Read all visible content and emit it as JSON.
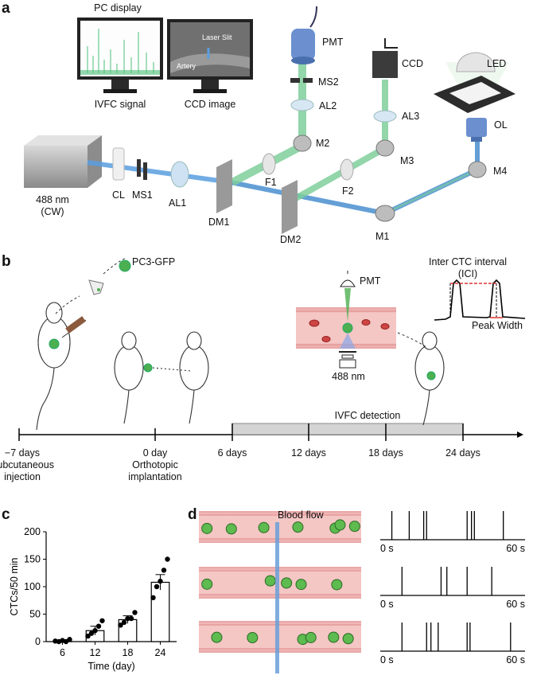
{
  "panels": {
    "a": "a",
    "b": "b",
    "c": "c",
    "d": "d"
  },
  "panel_a": {
    "pc_display": "PC display",
    "ivfc_signal": "IVFC signal",
    "ccd_image": "CCD image",
    "laser_slit": "Laser Slit",
    "artery": "Artery",
    "pmt": "PMT",
    "ms2": "MS2",
    "al2": "AL2",
    "m2": "M2",
    "f1": "F1",
    "ccd": "CCD",
    "al3": "AL3",
    "m3": "M3",
    "f2": "F2",
    "led": "LED",
    "ol": "OL",
    "m4": "M4",
    "laser_line1": "488 nm",
    "laser_line2": "(CW)",
    "cl": "CL",
    "ms1": "MS1",
    "al1": "AL1",
    "dm1": "DM1",
    "dm2": "DM2",
    "m1": "M1"
  },
  "panel_b": {
    "pc3_gfp": "PC3-GFP",
    "pmt": "PMT",
    "laser": "488 nm",
    "ici_line1": "Inter CTC interval",
    "ici_line2": "(ICI)",
    "peak_width": "Peak Width",
    "ivfc_detection": "IVFC detection",
    "timeline": [
      {
        "t": "−7 days",
        "sub1": "Subcutaneous",
        "sub2": "injection"
      },
      {
        "t": "0 day",
        "sub1": "Orthotopic",
        "sub2": "implantation"
      },
      {
        "t": "6 days",
        "sub1": "",
        "sub2": ""
      },
      {
        "t": "12 days",
        "sub1": "",
        "sub2": ""
      },
      {
        "t": "18 days",
        "sub1": "",
        "sub2": ""
      },
      {
        "t": "24 days",
        "sub1": "",
        "sub2": ""
      }
    ]
  },
  "chart_data": {
    "type": "bar",
    "categories": [
      "6",
      "12",
      "18",
      "24"
    ],
    "values": [
      2,
      20,
      40,
      108
    ],
    "errors": [
      1,
      8,
      7,
      14
    ],
    "points": [
      [
        1,
        0,
        2,
        0,
        4
      ],
      [
        10,
        15,
        20,
        28,
        38
      ],
      [
        30,
        35,
        42,
        42,
        53
      ],
      [
        80,
        100,
        110,
        130,
        150
      ]
    ],
    "xlabel": "Time (day)",
    "ylabel": "CTCs/50 min",
    "ylim": [
      0,
      200
    ],
    "yticks": [
      "0",
      "50",
      "100",
      "150",
      "200"
    ],
    "grid": false
  },
  "panel_d": {
    "blood_flow": "Blood flow",
    "t_start": "0 s",
    "t_end": "60 s",
    "vessels": [
      {
        "cells": [
          0.05,
          0.2,
          0.4,
          0.61,
          0.84,
          0.87,
          0.96
        ]
      },
      {
        "cells": [
          0.05,
          0.44,
          0.54,
          0.63,
          0.85
        ]
      },
      {
        "cells": [
          0.11,
          0.33,
          0.64,
          0.69,
          0.83,
          0.92
        ]
      }
    ],
    "traces": [
      [
        0.08,
        0.2,
        0.3,
        0.32,
        0.6,
        0.63,
        0.65,
        0.85
      ],
      [
        0.15,
        0.42,
        0.46,
        0.6,
        0.77
      ],
      [
        0.15,
        0.32,
        0.35,
        0.4,
        0.6,
        0.62,
        0.9
      ]
    ]
  }
}
